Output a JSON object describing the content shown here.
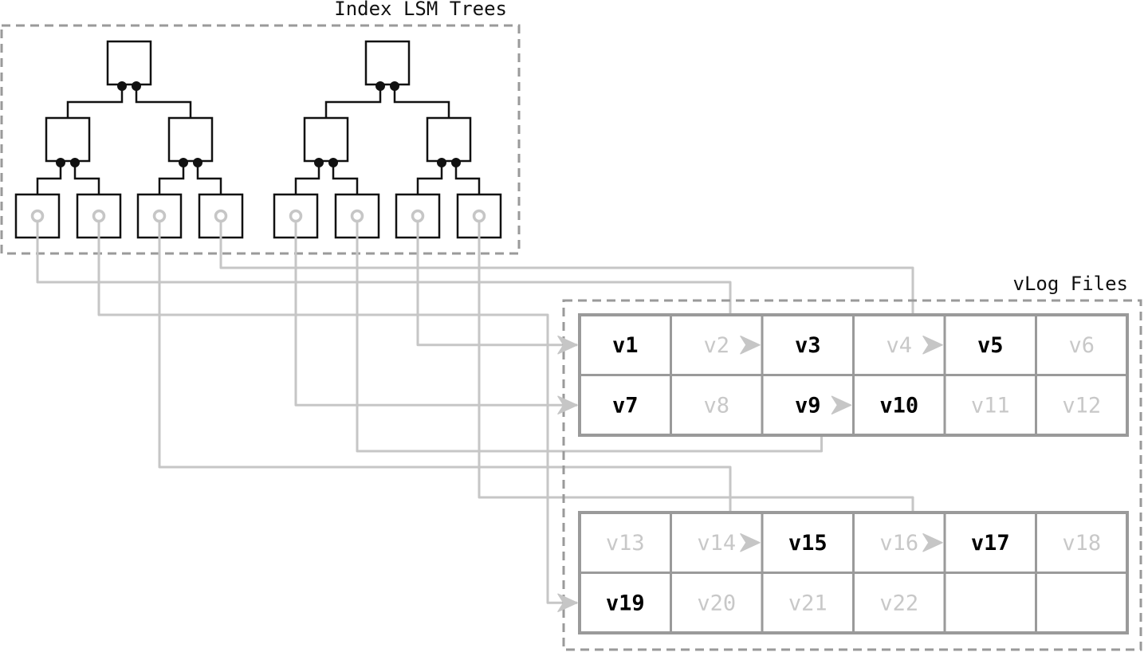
{
  "index_group": {
    "title": "Index LSM Trees"
  },
  "vlog_group": {
    "title": "vLog Files"
  },
  "vlog_files": [
    {
      "rows": [
        [
          {
            "label": "v1",
            "live": true
          },
          {
            "label": "v2",
            "live": false
          },
          {
            "label": "v3",
            "live": true
          },
          {
            "label": "v4",
            "live": false
          },
          {
            "label": "v5",
            "live": true
          },
          {
            "label": "v6",
            "live": false
          }
        ],
        [
          {
            "label": "v7",
            "live": true
          },
          {
            "label": "v8",
            "live": false
          },
          {
            "label": "v9",
            "live": true
          },
          {
            "label": "v10",
            "live": true
          },
          {
            "label": "v11",
            "live": false
          },
          {
            "label": "v12",
            "live": false
          }
        ]
      ]
    },
    {
      "rows": [
        [
          {
            "label": "v13",
            "live": false
          },
          {
            "label": "v14",
            "live": false
          },
          {
            "label": "v15",
            "live": true
          },
          {
            "label": "v16",
            "live": false
          },
          {
            "label": "v17",
            "live": true
          },
          {
            "label": "v18",
            "live": false
          }
        ],
        [
          {
            "label": "v19",
            "live": true
          },
          {
            "label": "v20",
            "live": false
          },
          {
            "label": "v21",
            "live": false
          },
          {
            "label": "v22",
            "live": false
          },
          {
            "label": "",
            "live": false
          },
          {
            "label": "",
            "live": false
          }
        ]
      ]
    }
  ],
  "pointers": [
    {
      "from_leaf": 0,
      "to": "v3"
    },
    {
      "from_leaf": 1,
      "to": "v19"
    },
    {
      "from_leaf": 2,
      "to": "v15"
    },
    {
      "from_leaf": 3,
      "to": "v5"
    },
    {
      "from_leaf": 4,
      "to": "v7"
    },
    {
      "from_leaf": 5,
      "to": "v10"
    },
    {
      "from_leaf": 6,
      "to": "v1"
    },
    {
      "from_leaf": 7,
      "to": "v17"
    }
  ],
  "colors": {
    "node_stroke": "#111111",
    "live_text": "#000000",
    "stale_text": "#c8c8c8",
    "grid_stroke": "#9a9a9a",
    "pointer": "#c6c6c6",
    "group_border": "#9a9a9a"
  }
}
